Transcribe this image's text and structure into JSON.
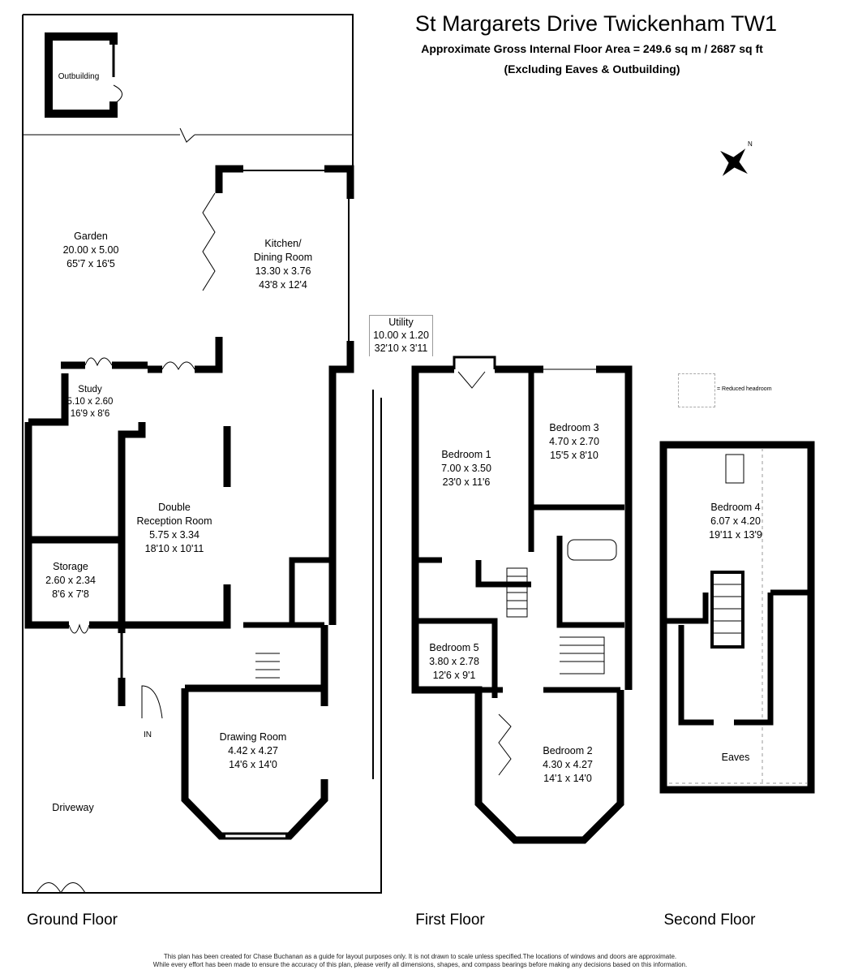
{
  "header": {
    "title": "St Margarets Drive Twickenham TW1",
    "area": "Approximate Gross Internal Floor Area = 249.6 sq m / 2687 sq ft",
    "note": "(Excluding Eaves & Outbuilding)"
  },
  "legend": {
    "reduced_headroom": "= Reduced headroom"
  },
  "ground_floor": {
    "label": "Ground Floor",
    "outbuilding": "Outbuilding",
    "garden": {
      "name": "Garden",
      "metric": "20.00 x 5.00",
      "imperial": "65'7 x 16'5"
    },
    "kitchen": {
      "name1": "Kitchen/",
      "name2": "Dining Room",
      "metric": "13.30 x 3.76",
      "imperial": "43'8 x 12'4"
    },
    "utility": {
      "name": "Utility",
      "metric": "10.00 x 1.20",
      "imperial": "32'10 x 3'11"
    },
    "study": {
      "name": "Study",
      "metric": "5.10 x 2.60",
      "imperial": "16'9 x 8'6"
    },
    "reception": {
      "name1": "Double",
      "name2": "Reception Room",
      "metric": "5.75 x 3.34",
      "imperial": "18'10 x 10'11"
    },
    "storage": {
      "name": "Storage",
      "metric": "2.60 x 2.34",
      "imperial": "8'6 x 7'8"
    },
    "drawing": {
      "name": "Drawing Room",
      "metric": "4.42 x 4.27",
      "imperial": "14'6 x 14'0"
    },
    "driveway": "Driveway",
    "entrance": "IN"
  },
  "first_floor": {
    "label": "First Floor",
    "bedroom1": {
      "name": "Bedroom 1",
      "metric": "7.00 x 3.50",
      "imperial": "23'0 x 11'6"
    },
    "bedroom3": {
      "name": "Bedroom 3",
      "metric": "4.70 x 2.70",
      "imperial": "15'5 x 8'10"
    },
    "bedroom5": {
      "name": "Bedroom 5",
      "metric": "3.80 x 2.78",
      "imperial": "12'6 x 9'1"
    },
    "bedroom2": {
      "name": "Bedroom 2",
      "metric": "4.30 x 4.27",
      "imperial": "14'1 x 14'0"
    }
  },
  "second_floor": {
    "label": "Second Floor",
    "bedroom4": {
      "name": "Bedroom 4",
      "metric": "6.07 x 4.20",
      "imperial": "19'11 x 13'9"
    },
    "eaves": "Eaves"
  },
  "disclaimer": {
    "line1": "This plan has been created for Chase Buchanan as a guide for layout purposes only. It is not drawn to scale unless specified.The locations of windows and doors are approximate.",
    "line2": "While every effort has been made to ensure the accuracy of this plan, please verify all dimensions, shapes, and compass bearings before making any decisions based on this information."
  }
}
